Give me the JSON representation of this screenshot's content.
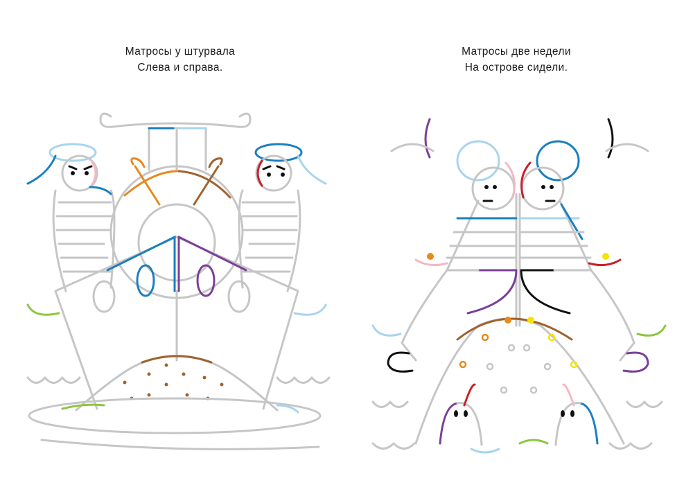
{
  "left_page": {
    "caption_line1": "Матросы у штурвала",
    "caption_line2": "Слева и справа."
  },
  "right_page": {
    "caption_line1": "Матросы две недели",
    "caption_line2": "На острове сидели."
  },
  "colors": {
    "outline_gray": "#c6c6c6",
    "blue": "#1a7fc1",
    "light_blue": "#a8d4ee",
    "orange": "#e58a1f",
    "brown": "#a0622d",
    "purple": "#7b3f98",
    "red": "#c9202a",
    "pink": "#f2b8c6",
    "green": "#8cc63f",
    "yellow": "#f5e400"
  }
}
